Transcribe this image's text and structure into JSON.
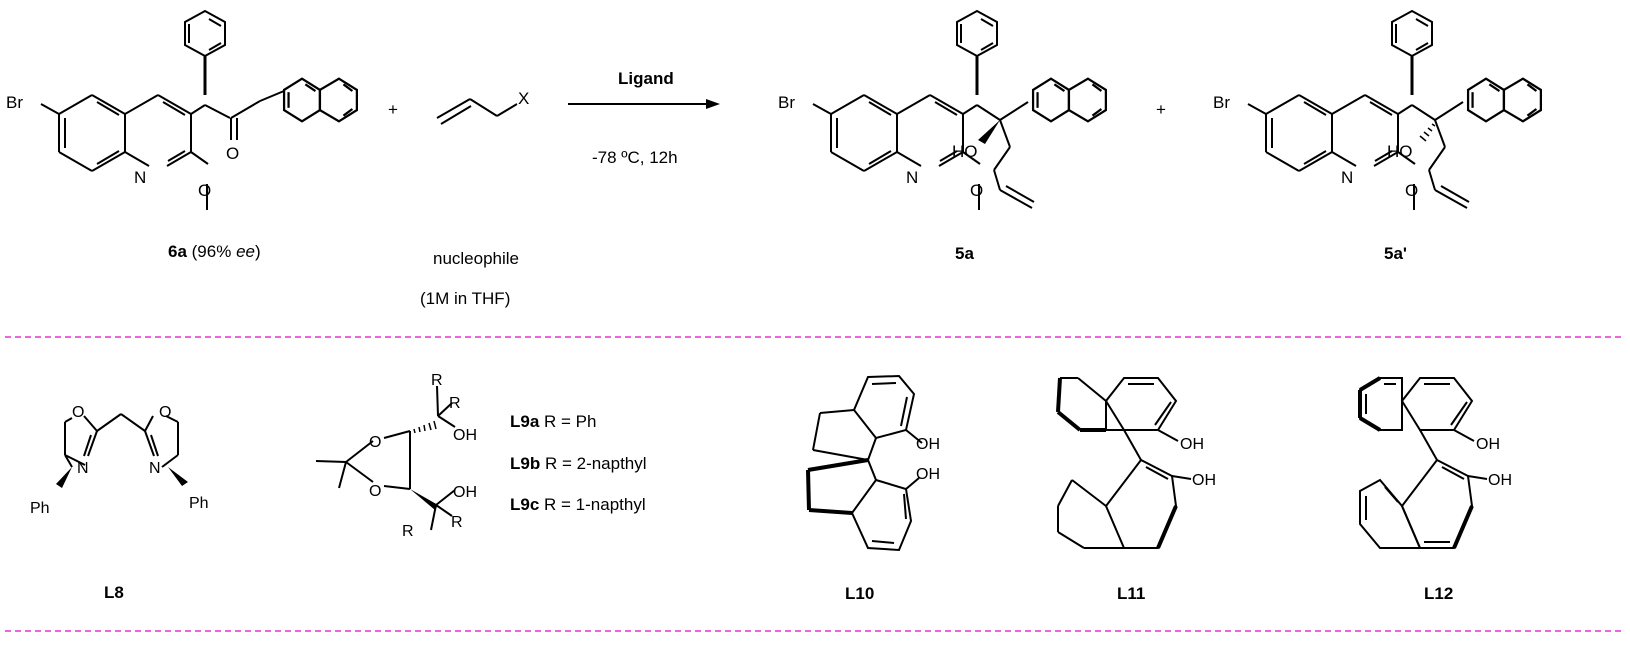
{
  "reaction": {
    "reagent": "Ligand",
    "conditions": "-78 ºC, 12h",
    "plus": "+",
    "nucleophile_group": "X",
    "nucleophile_label": "nucleophile",
    "nucleophile_solution": "(1M in THF)"
  },
  "compounds": {
    "sm_id": "6a",
    "sm_ee_open": " (96% ",
    "sm_ee_word": "ee",
    "sm_ee_close": ")",
    "p1_id": "5a",
    "p2_id": "5a'"
  },
  "atoms": {
    "br": "Br",
    "n": "N",
    "o": "O",
    "ho": "HO",
    "oh": "OH",
    "ph": "Ph",
    "r": "R"
  },
  "ligands": {
    "l8": "L8",
    "l9a_id": "L9a",
    "l9a_def": " R = Ph",
    "l9b_id": "L9b",
    "l9b_def": " R = 2-napthyl",
    "l9c_id": "L9c",
    "l9c_def": " R = 1-napthyl",
    "l10": "L10",
    "l11": "L11",
    "l12": "L12"
  },
  "colors": {
    "divider": "#e233d1",
    "bond": "#000000"
  }
}
